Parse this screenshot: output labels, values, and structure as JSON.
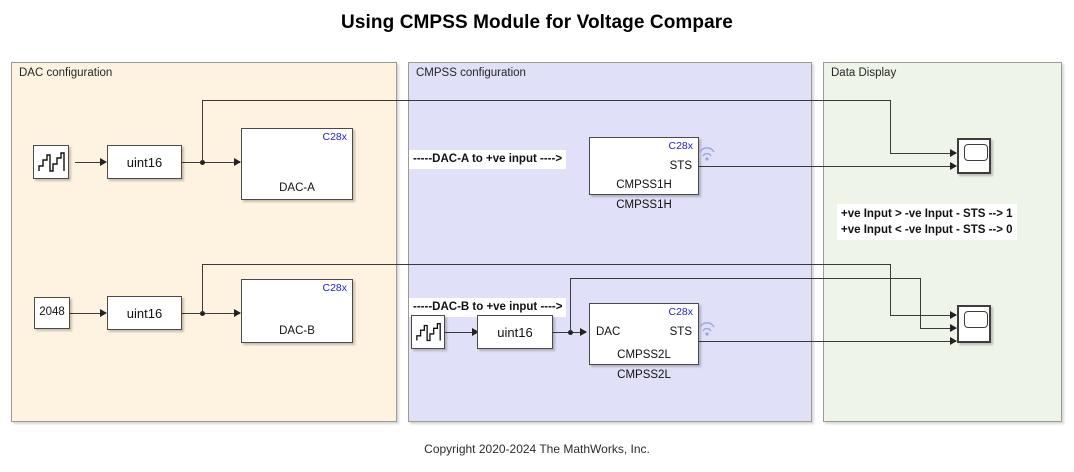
{
  "page": {
    "title": "Using CMPSS Module for Voltage Compare",
    "copyright": "Copyright 2020-2024 The MathWorks, Inc."
  },
  "colors": {
    "dac_panel": "#fdf3e0",
    "cmpss_panel": "#e0e0f8",
    "data_panel": "#eef4e7",
    "c28x_accent": "#2121d6",
    "wire": "#3a3a3a",
    "panel_border": "#9b9b93"
  },
  "panels": [
    {
      "id": "dac",
      "label": "DAC configuration"
    },
    {
      "id": "cmpss",
      "label": "CMPSS configuration"
    },
    {
      "id": "data",
      "label": "Data Display"
    }
  ],
  "blocks": {
    "source_a": {
      "icon": "staircase-signal-icon"
    },
    "convert_a": {
      "label": "uint16"
    },
    "dac_a": {
      "badge": "C28x",
      "name": "DAC-A"
    },
    "constant_b": {
      "label": "2048"
    },
    "convert_b": {
      "label": "uint16"
    },
    "dac_b": {
      "badge": "C28x",
      "name": "DAC-B"
    },
    "source_b": {
      "icon": "staircase-signal-icon"
    },
    "convert_c": {
      "label": "uint16"
    },
    "cmpss1h": {
      "badge": "C28x",
      "inner_name": "CMPSS1H",
      "outer_name": "CMPSS1H",
      "out_port": "STS"
    },
    "cmpss2l": {
      "badge": "C28x",
      "inner_name": "CMPSS2L",
      "outer_name": "CMPSS2L",
      "in_port": "DAC",
      "out_port": "STS"
    },
    "scope_top": {
      "icon": "scope-icon"
    },
    "scope_bottom": {
      "icon": "scope-icon"
    }
  },
  "annotations": {
    "dac_a_note": "-----DAC-A to +ve input ---->",
    "dac_b_note": "-----DAC-B to +ve input ---->",
    "sts_legend_line1": "+ve Input > -ve Input - STS --> 1",
    "sts_legend_line2": "+ve Input < -ve Input - STS --> 0"
  }
}
